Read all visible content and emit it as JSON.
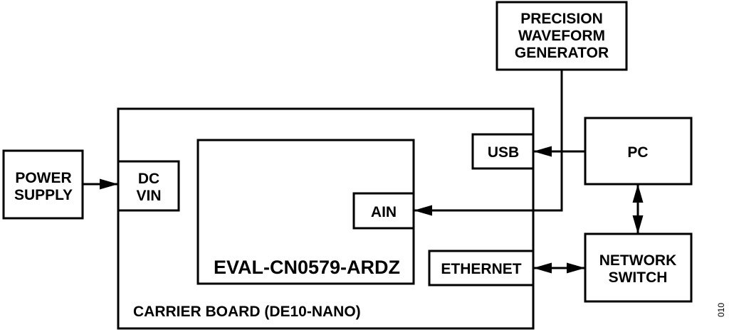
{
  "colors": {
    "stroke": "#000000",
    "background": "#ffffff"
  },
  "blocks": {
    "generator": {
      "line1": "PRECISION",
      "line2": "WAVEFORM",
      "line3": "GENERATOR"
    },
    "power_supply": {
      "line1": "POWER",
      "line2": "SUPPLY"
    },
    "carrier_board": {
      "label": "CARRIER BOARD (DE10-NANO)"
    },
    "dc_vin": {
      "line1": "DC",
      "line2": "VIN"
    },
    "eval_board": {
      "label": "EVAL-CN0579-ARDZ"
    },
    "ain": {
      "label": "AIN"
    },
    "usb": {
      "label": "USB"
    },
    "ethernet": {
      "label": "ETHERNET"
    },
    "pc": {
      "label": "PC"
    },
    "network_switch": {
      "line1": "NETWORK",
      "line2": "SWITCH"
    }
  },
  "connections": [
    {
      "from": "power_supply",
      "to": "dc_vin",
      "direction": "one-way"
    },
    {
      "from": "generator",
      "to": "ain",
      "direction": "one-way"
    },
    {
      "from": "pc",
      "to": "usb",
      "direction": "one-way"
    },
    {
      "from": "pc",
      "to": "network_switch",
      "direction": "two-way"
    },
    {
      "from": "network_switch",
      "to": "ethernet",
      "direction": "two-way"
    }
  ],
  "figure_id": "010"
}
